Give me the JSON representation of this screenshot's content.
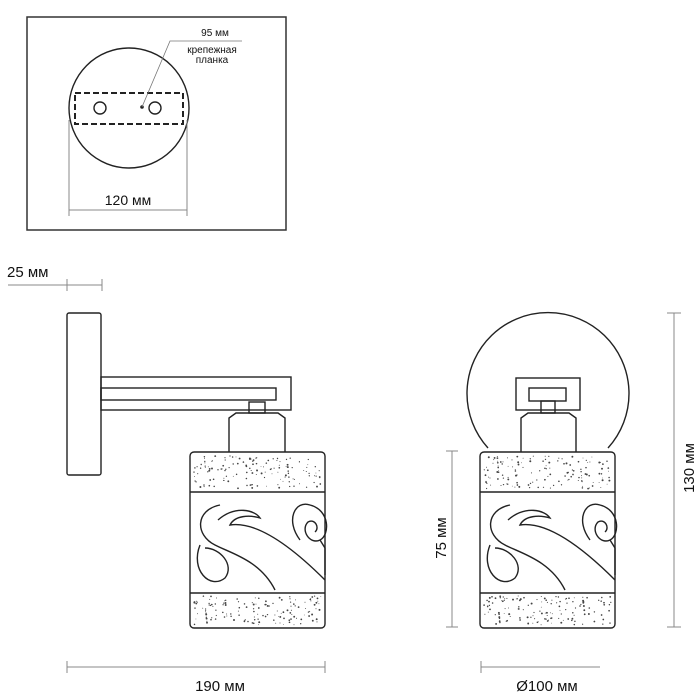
{
  "mounting_plate_view": {
    "bracket_length": "95 мм",
    "bracket_label_line1": "крепежная",
    "bracket_label_line2": "планка",
    "diameter": "120 мм"
  },
  "side_view": {
    "depth_plate": "25 мм",
    "projection": "190 мм"
  },
  "front_view": {
    "shade_height": "75 мм",
    "total_height": "130 мм",
    "shade_diameter": "Ø100 мм"
  }
}
